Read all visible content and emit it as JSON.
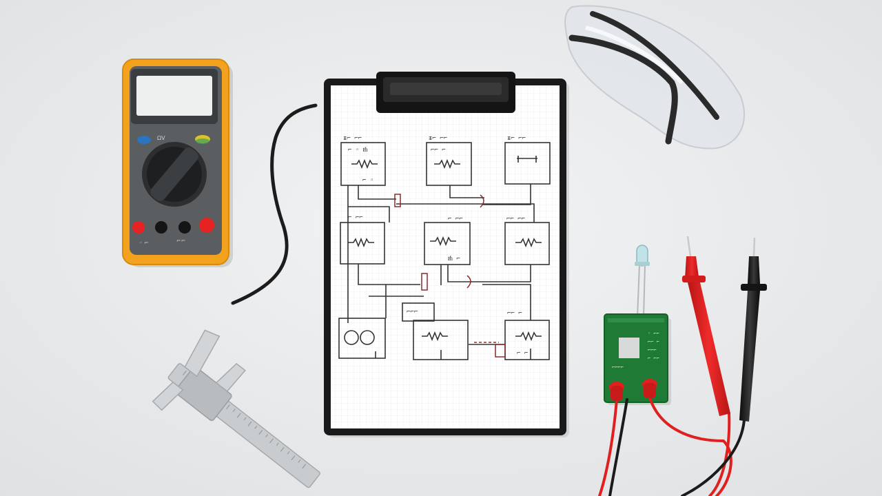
{
  "scene": {
    "background_color": "#e9eaeb",
    "objects": [
      {
        "name": "multimeter",
        "body_color": "#f3a21e",
        "panel_color": "#5a5d60",
        "screen_color": "#eef0ef"
      },
      {
        "name": "black-wire",
        "color": "#1c1c1c"
      },
      {
        "name": "clipboard",
        "frame_color": "#1a1a1a",
        "paper_color": "#ffffff",
        "grid_color": "#eef0f2"
      },
      {
        "name": "circuit-schematic",
        "ink_color": "#2e2e2e",
        "accent_ink": "#8a2a2a"
      },
      {
        "name": "safety-glasses",
        "lens_color": "#dfe4e8",
        "arm_color": "#2a2a2a"
      },
      {
        "name": "caliper",
        "color": "#c9ccce"
      },
      {
        "name": "led",
        "color": "#bfe3e6"
      },
      {
        "name": "circuit-board",
        "color": "#1f7a35"
      },
      {
        "name": "red-probe",
        "color": "#e01f1f"
      },
      {
        "name": "black-probe",
        "color": "#1b1b1b"
      }
    ]
  }
}
